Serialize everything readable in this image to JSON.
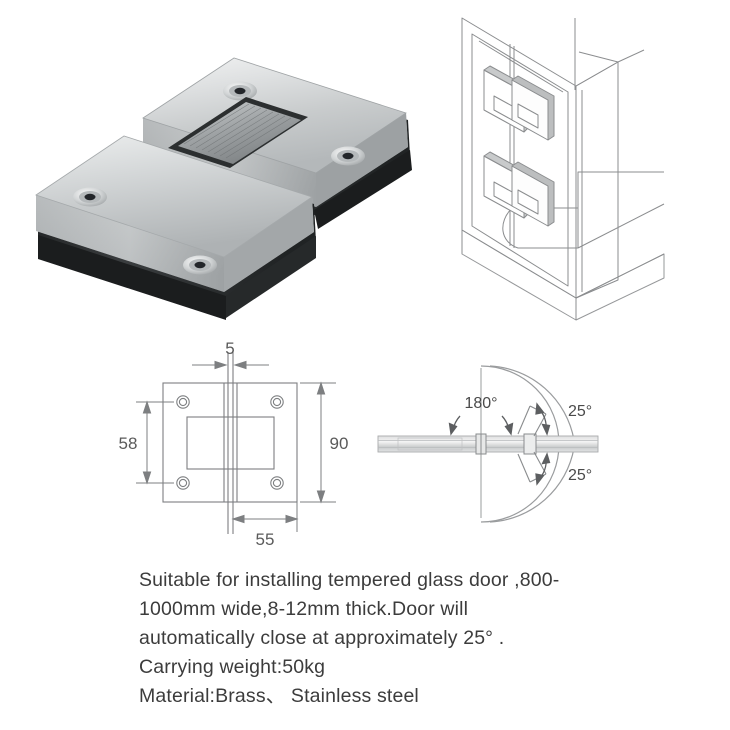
{
  "page": {
    "background_color": "#ffffff",
    "text_color": "#3c3c3c"
  },
  "product_photo": {
    "name": "180-degree glass-to-glass shower door hinge",
    "finish": "brushed stainless steel",
    "colors": {
      "steel_light": "#e9eaea",
      "steel_mid": "#b9bcbd",
      "steel_dark": "#8d9193",
      "gasket_dark": "#2b2d2e",
      "screw_dark": "#2e3133"
    }
  },
  "install_diagram": {
    "name": "shower enclosure installation isometric",
    "line_color": "#8b8d8f",
    "hinge_count": 2
  },
  "dimension_drawing": {
    "name": "hinge plate dimension drawing",
    "line_color": "#7d7f81",
    "labels": {
      "glass_gap": "5",
      "hole_spacing_vertical": "58",
      "plate_height": "90",
      "plate_half_width": "55"
    },
    "units": "mm",
    "screw_hole_count": 4
  },
  "angle_drawing": {
    "name": "hinge opening angle diagram",
    "line_color": "#8a8c8e",
    "labels": {
      "full_open": "180°",
      "close_angle_top": "25°",
      "close_angle_bottom": "25°"
    }
  },
  "description": {
    "lines": [
      "Suitable for installing tempered glass door ,800-",
      "1000mm wide,8-12mm thick.Door will",
      "automatically close at approximately 25° .",
      "Carrying weight:50kg",
      "Material:Brass、 Stainless steel"
    ]
  }
}
